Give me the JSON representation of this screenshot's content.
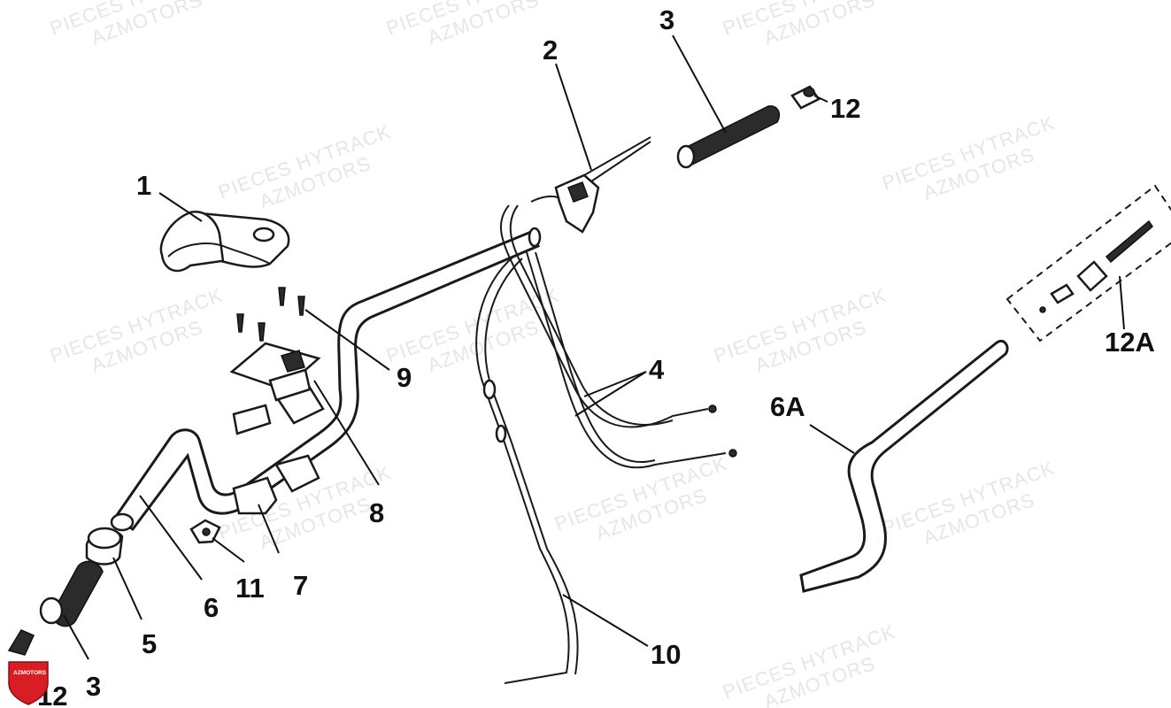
{
  "watermark": {
    "line1": "PIECES HYTRACK",
    "line2": "AZMOTORS"
  },
  "logo": {
    "text": "AZMOTORS",
    "color": "#d91d24"
  },
  "labels": {
    "l1": "1",
    "l2": "2",
    "l3_top": "3",
    "l3_bottom": "3",
    "l4": "4",
    "l5": "5",
    "l6": "6",
    "l6a": "6A",
    "l7": "7",
    "l8": "8",
    "l9": "9",
    "l10": "10",
    "l11": "11",
    "l12_top": "12",
    "l12_bottom": "12",
    "l12a": "12A"
  }
}
